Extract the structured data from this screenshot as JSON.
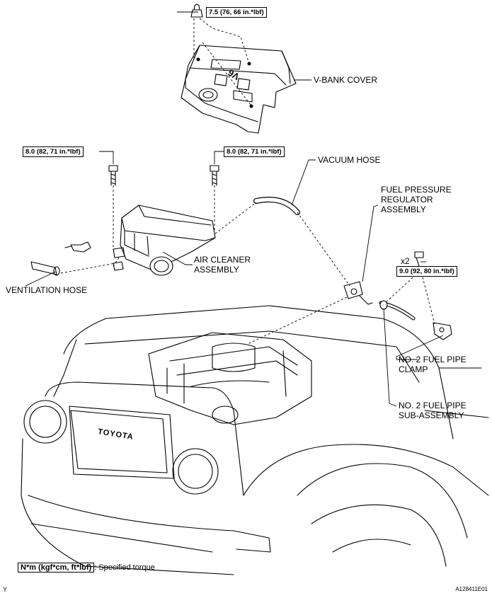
{
  "torque_specs": {
    "vbank_nut": "7.5 (76, 66 in.*lbf)",
    "aircleaner_left_bolt": "8.0 (82, 71 in.*lbf)",
    "aircleaner_right_bolt": "8.0 (82, 71 in.*lbf)",
    "fuel_pipe_bolt": "9.0 (92, 80 in.*lbf)"
  },
  "labels": {
    "vbank_cover": "V-BANK COVER",
    "vacuum_hose": "VACUUM HOSE",
    "fuel_pressure_regulator": [
      "FUEL PRESSURE",
      "REGULATOR",
      "ASSEMBLY"
    ],
    "air_cleaner": [
      "AIR CLEANER",
      "ASSEMBLY"
    ],
    "ventilation_hose": "VENTILATION HOSE",
    "quantity": "x2",
    "fuel_pipe_clamp": [
      "NO. 2 FUEL PIPE",
      "CLAMP"
    ],
    "fuel_pipe_sub": [
      "NO. 2 FUEL PIPE",
      "SUB-ASSEMBLY"
    ],
    "grille_badge": "TOYOTA",
    "cover_badge": "V6"
  },
  "legend": {
    "box": "N*m (kgf*cm, ft*lbf)",
    "text": ": Specified torque"
  },
  "corner_marks": {
    "left": "Y",
    "right": "A128411E01"
  }
}
